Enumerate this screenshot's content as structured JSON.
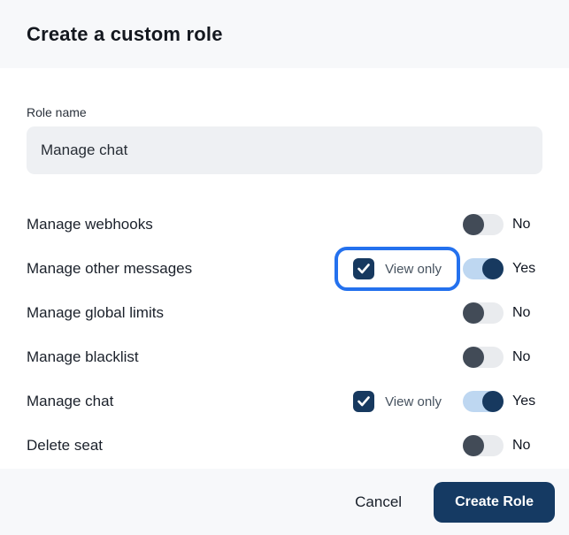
{
  "dialog": {
    "title": "Create a custom role",
    "role_name": {
      "label": "Role name",
      "value": "Manage chat"
    },
    "permissions": [
      {
        "label": "Manage webhooks",
        "state_label": "No",
        "on": false,
        "view_only": null,
        "highlighted": false
      },
      {
        "label": "Manage other messages",
        "state_label": "Yes",
        "on": true,
        "view_only": {
          "label": "View only",
          "checked": true
        },
        "highlighted": true
      },
      {
        "label": "Manage global limits",
        "state_label": "No",
        "on": false,
        "view_only": null,
        "highlighted": false
      },
      {
        "label": "Manage blacklist",
        "state_label": "No",
        "on": false,
        "view_only": null,
        "highlighted": false
      },
      {
        "label": "Manage chat",
        "state_label": "Yes",
        "on": true,
        "view_only": {
          "label": "View only",
          "checked": true
        },
        "highlighted": false
      },
      {
        "label": "Delete seat",
        "state_label": "No",
        "on": false,
        "view_only": null,
        "highlighted": false
      }
    ],
    "footer": {
      "cancel_label": "Cancel",
      "create_label": "Create Role"
    },
    "colors": {
      "header_footer_bg": "#f7f8fa",
      "accent_navy": "#17395f",
      "button_navy": "#153a63",
      "highlight_blue": "#2471ee",
      "toggle_on_track": "#bed7f1",
      "toggle_off_track": "#e9ebee",
      "toggle_off_knob": "#424b57",
      "input_bg": "#eef0f3"
    }
  }
}
